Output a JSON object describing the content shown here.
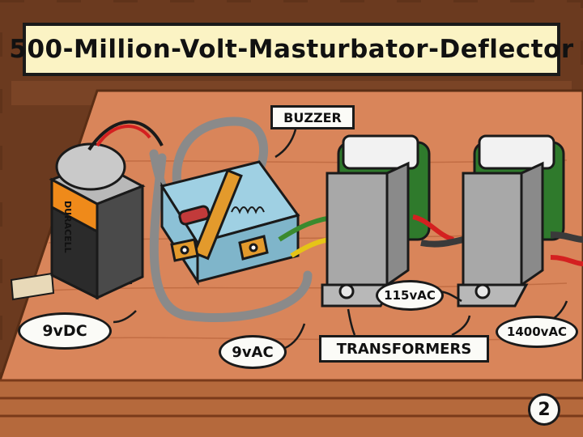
{
  "title": "500-Million-Volt-Masturbator-Deflector",
  "labels": {
    "buzzer": "BUZZER",
    "battery_voltage": "9vDC",
    "ac_input": "9vAC",
    "mid_voltage": "115vAC",
    "output_voltage": "1400vAC",
    "transformers": "TRANSFORMERS"
  },
  "battery": {
    "brand": "DURACELL"
  },
  "page_number": "2",
  "colors": {
    "frame": "#6b3a1f",
    "table": "#d9855a",
    "title_background": "#fbf3c4",
    "transformer_core": "#9a9a9a",
    "transformer_coil": "#2f7a2c",
    "buzzer_base": "#9fd0e3",
    "buzzer_brass": "#e39a2c",
    "battery_orange": "#ef8a1a"
  }
}
